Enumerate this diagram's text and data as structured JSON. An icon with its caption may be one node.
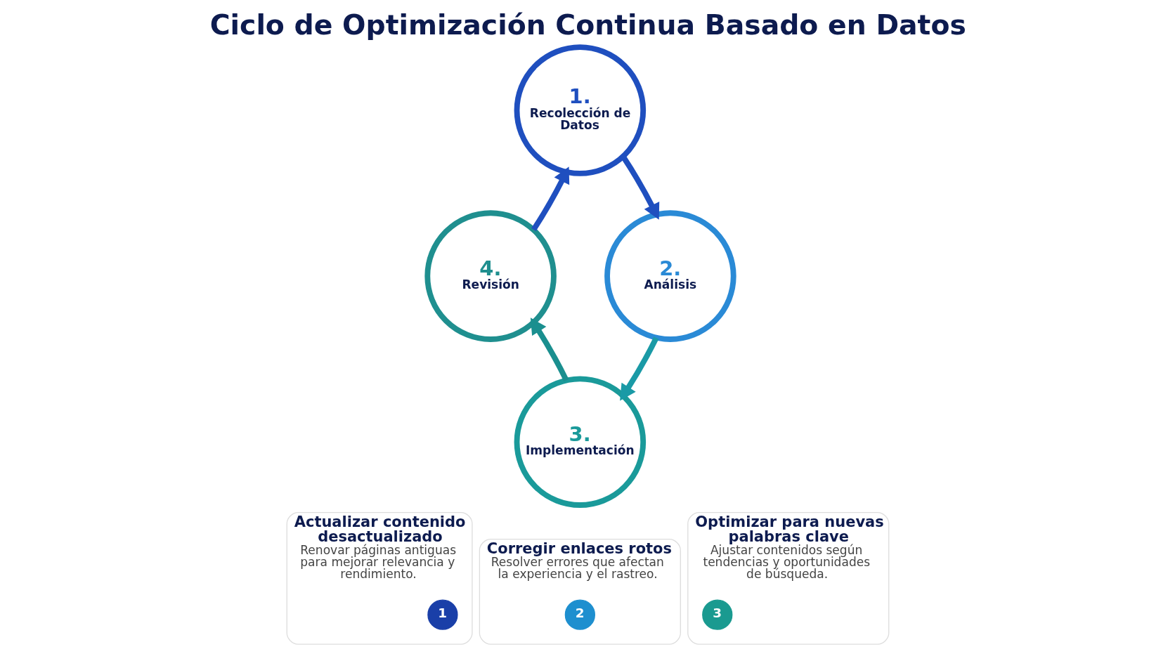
{
  "diagram": {
    "title": "Ciclo de Optimización Continua Basado en Datos",
    "nodes": [
      {
        "text": [
          "1.",
          "Recolección de Datos"
        ]
      },
      {
        "text": [
          "2.",
          "Análisis"
        ]
      },
      {
        "text": [
          "3.",
          "Implementación"
        ]
      },
      {
        "text": [
          "4.",
          "Revisión"
        ]
      },
      {
        "text": [
          "Actualizar contenido desactualizado",
          "Renovar páginas antiguas para mejorar relevancia y rendimiento."
        ]
      },
      {
        "text": [
          "1"
        ],
        "in": 4
      },
      {
        "text": [
          "Corregir enlaces rotos",
          "Resolver errores que afectan la experiencia y el rastreo."
        ]
      },
      {
        "text": [
          "2"
        ],
        "in": 6
      },
      {
        "text": [
          "Optimizar para nuevas palabras clave",
          "Ajustar contenidos según tendencias y oportunidades de búsqueda."
        ]
      },
      {
        "text": [
          "3"
        ],
        "in": 8
      }
    ],
    "edges": [
      {
        "from": 0,
        "to": 1,
        "arrow": "to",
        "color": "#1f4fbf"
      },
      {
        "from": 1,
        "to": 2,
        "arrow": "to",
        "color": "#1a9aa6"
      },
      {
        "from": 2,
        "to": 3,
        "arrow": "to",
        "color": "#1a8f8f"
      },
      {
        "from": 3,
        "to": 0,
        "arrow": "to",
        "color": "#1f4fbf"
      }
    ]
  }
}
